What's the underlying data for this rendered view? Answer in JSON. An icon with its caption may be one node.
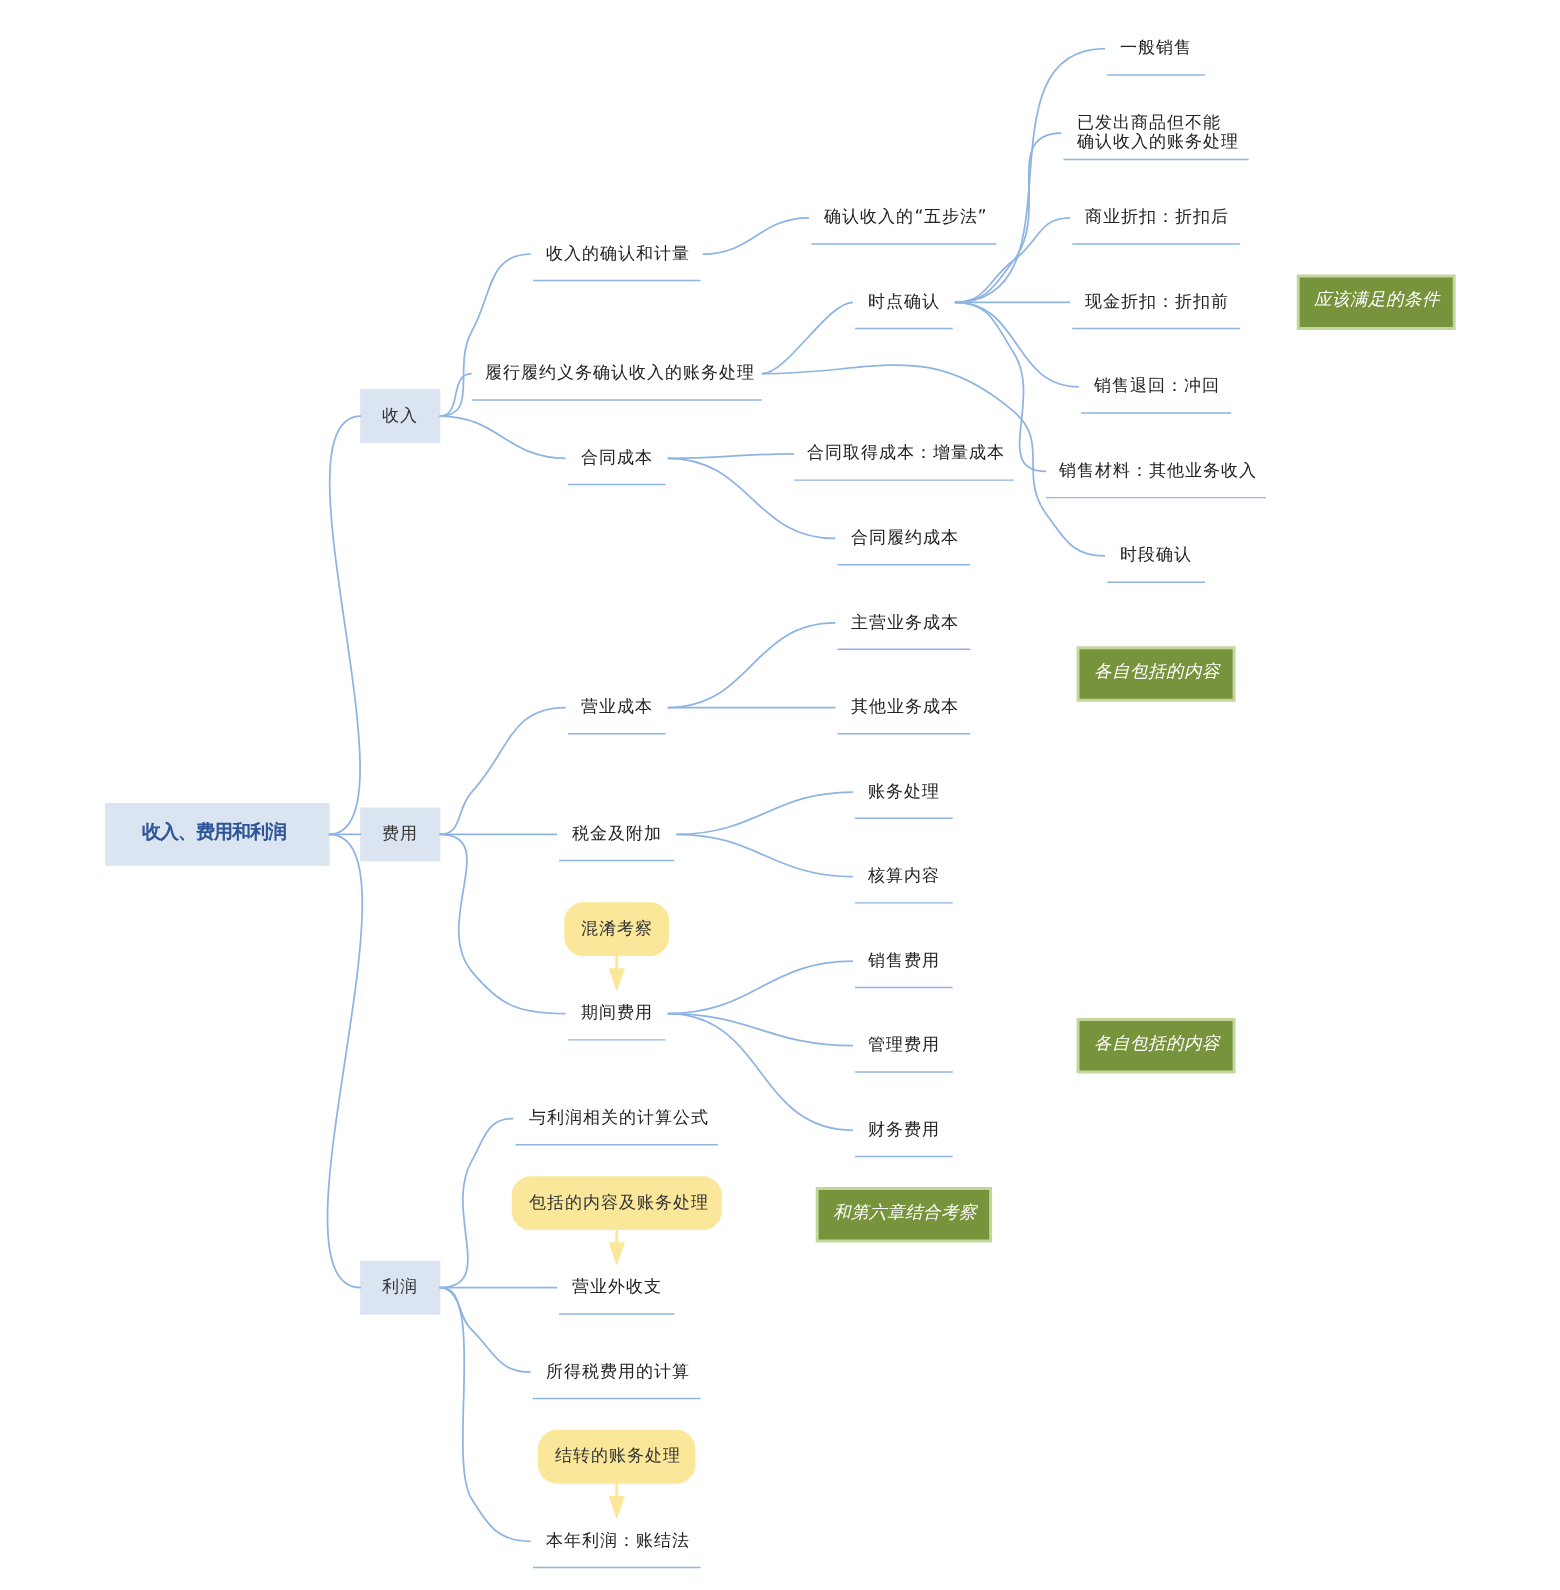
{
  "diagram": {
    "nodes": [
      {
        "text": [
          "收入、费用和利润"
        ]
      },
      {
        "text": [
          "收入"
        ]
      },
      {
        "text": [
          "收入的确认和计量"
        ]
      },
      {
        "text": [
          "确认收入的“五步法”"
        ]
      },
      {
        "text": [
          "履行履约义务确认收入的账务处理"
        ]
      },
      {
        "text": [
          "时点确认"
        ]
      },
      {
        "text": [
          "一般销售"
        ]
      },
      {
        "text": [
          "已发出商品但不能确认收入的账务处理"
        ]
      },
      {
        "text": [
          "商业折扣：折扣后"
        ]
      },
      {
        "text": [
          "现金折扣：折扣前"
        ]
      },
      {
        "text": [
          "销售退回：冲回"
        ]
      },
      {
        "text": [
          "销售材料：其他业务收入"
        ]
      },
      {
        "text": [
          "时段确认"
        ]
      },
      {
        "text": [
          "应该满足的条件"
        ]
      },
      {
        "text": [
          "合同成本"
        ]
      },
      {
        "text": [
          "合同取得成本：增量成本"
        ]
      },
      {
        "text": [
          "合同履约成本"
        ]
      },
      {
        "text": [
          "费用"
        ]
      },
      {
        "text": [
          "营业成本"
        ]
      },
      {
        "text": [
          "主营业务成本"
        ]
      },
      {
        "text": [
          "其他业务成本"
        ]
      },
      {
        "text": [
          "各自包括的内容"
        ]
      },
      {
        "text": [
          "税金及附加"
        ]
      },
      {
        "text": [
          "账务处理"
        ]
      },
      {
        "text": [
          "核算内容"
        ]
      },
      {
        "text": [
          "混淆考察"
        ]
      },
      {
        "text": [
          "期间费用"
        ]
      },
      {
        "text": [
          "销售费用"
        ]
      },
      {
        "text": [
          "管理费用"
        ]
      },
      {
        "text": [
          "财务费用"
        ]
      },
      {
        "text": [
          "各自包括的内容"
        ]
      },
      {
        "text": [
          "利润"
        ]
      },
      {
        "text": [
          "与利润相关的计算公式"
        ]
      },
      {
        "text": [
          "包括的内容及账务处理"
        ]
      },
      {
        "text": [
          "营业外收支"
        ]
      },
      {
        "text": [
          "所得税费用的计算"
        ]
      },
      {
        "text": [
          "结转的账务处理"
        ]
      },
      {
        "text": [
          "本年利润：账结法"
        ]
      },
      {
        "text": [
          "和第六章结合考察"
        ]
      }
    ],
    "edges": [
      {
        "from": 0,
        "to": 1,
        "arrow": "none"
      },
      {
        "from": 1,
        "to": 2,
        "arrow": "none"
      },
      {
        "from": 2,
        "to": 3,
        "arrow": "none"
      },
      {
        "from": 1,
        "to": 4,
        "arrow": "none"
      },
      {
        "from": 4,
        "to": 5,
        "arrow": "none"
      },
      {
        "from": 5,
        "to": 6,
        "arrow": "none"
      },
      {
        "from": 5,
        "to": 7,
        "arrow": "none"
      },
      {
        "from": 5,
        "to": 8,
        "arrow": "none"
      },
      {
        "from": 5,
        "to": 9,
        "arrow": "none"
      },
      {
        "from": 5,
        "to": 10,
        "arrow": "none"
      },
      {
        "from": 5,
        "to": 11,
        "arrow": "none"
      },
      {
        "from": 4,
        "to": 12,
        "arrow": "none"
      },
      {
        "from": 1,
        "to": 14,
        "arrow": "none"
      },
      {
        "from": 14,
        "to": 15,
        "arrow": "none"
      },
      {
        "from": 14,
        "to": 16,
        "arrow": "none"
      },
      {
        "from": 0,
        "to": 17,
        "arrow": "none"
      },
      {
        "from": 17,
        "to": 18,
        "arrow": "none"
      },
      {
        "from": 18,
        "to": 19,
        "arrow": "none"
      },
      {
        "from": 18,
        "to": 20,
        "arrow": "none"
      },
      {
        "from": 17,
        "to": 22,
        "arrow": "none"
      },
      {
        "from": 22,
        "to": 23,
        "arrow": "none"
      },
      {
        "from": 22,
        "to": 24,
        "arrow": "none"
      },
      {
        "from": 25,
        "to": 26,
        "arrow": "to",
        "color": "#fbe79a"
      },
      {
        "from": 17,
        "to": 26,
        "arrow": "none"
      },
      {
        "from": 26,
        "to": 27,
        "arrow": "none"
      },
      {
        "from": 26,
        "to": 28,
        "arrow": "none"
      },
      {
        "from": 26,
        "to": 29,
        "arrow": "none"
      },
      {
        "from": 0,
        "to": 31,
        "arrow": "none"
      },
      {
        "from": 31,
        "to": 32,
        "arrow": "none"
      },
      {
        "from": 33,
        "to": 34,
        "arrow": "to",
        "color": "#fbe79a"
      },
      {
        "from": 31,
        "to": 34,
        "arrow": "none"
      },
      {
        "from": 31,
        "to": 35,
        "arrow": "none"
      },
      {
        "from": 36,
        "to": 37,
        "arrow": "to",
        "color": "#fbe79a"
      },
      {
        "from": 31,
        "to": 37,
        "arrow": "none"
      }
    ]
  }
}
